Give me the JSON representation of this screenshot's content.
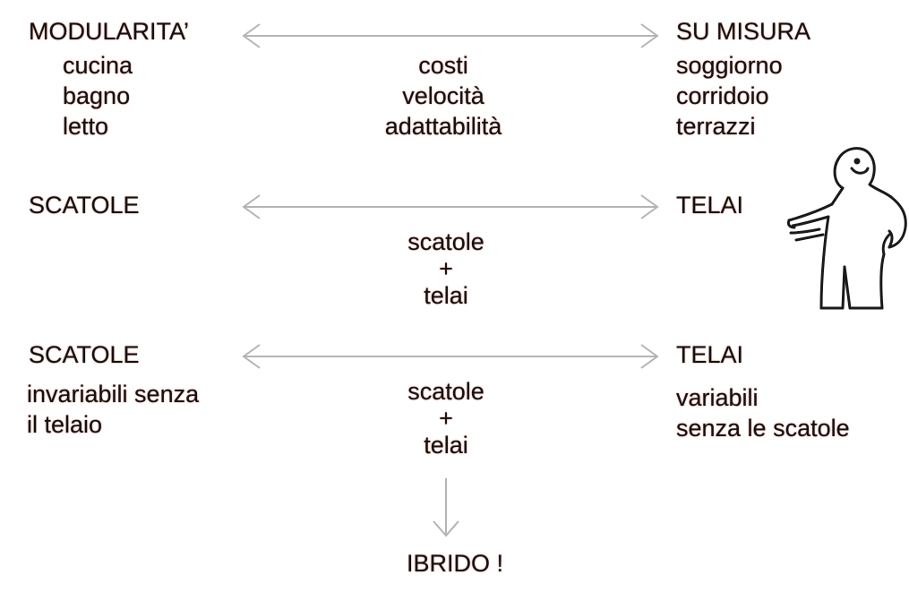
{
  "row1": {
    "left_title": "MODULARITA’",
    "left_items": [
      "cucina",
      "bagno",
      "letto"
    ],
    "center_items": [
      "costi",
      "velocità",
      "adattabilità"
    ],
    "right_title": "SU MISURA",
    "right_items": [
      "soggiorno",
      "corridoio",
      "terrazzi"
    ]
  },
  "row2": {
    "left_title": "SCATOLE",
    "right_title": "TELAI",
    "center_items": [
      "scatole",
      "+",
      "telai"
    ]
  },
  "row3": {
    "left_title": "SCATOLE",
    "left_items": [
      "invariabili senza",
      "il telaio"
    ],
    "right_title": "TELAI",
    "right_items": [
      "variabili",
      "senza le scatole"
    ],
    "center_items": [
      "scatole",
      "+",
      "telai"
    ]
  },
  "result": "IBRIDO !",
  "colors": {
    "text": "#111111",
    "arrow": "#b4b4b4",
    "halo": "#b9533b"
  },
  "icons": [
    "double-headed-arrow",
    "down-arrow",
    "stick-figure"
  ]
}
